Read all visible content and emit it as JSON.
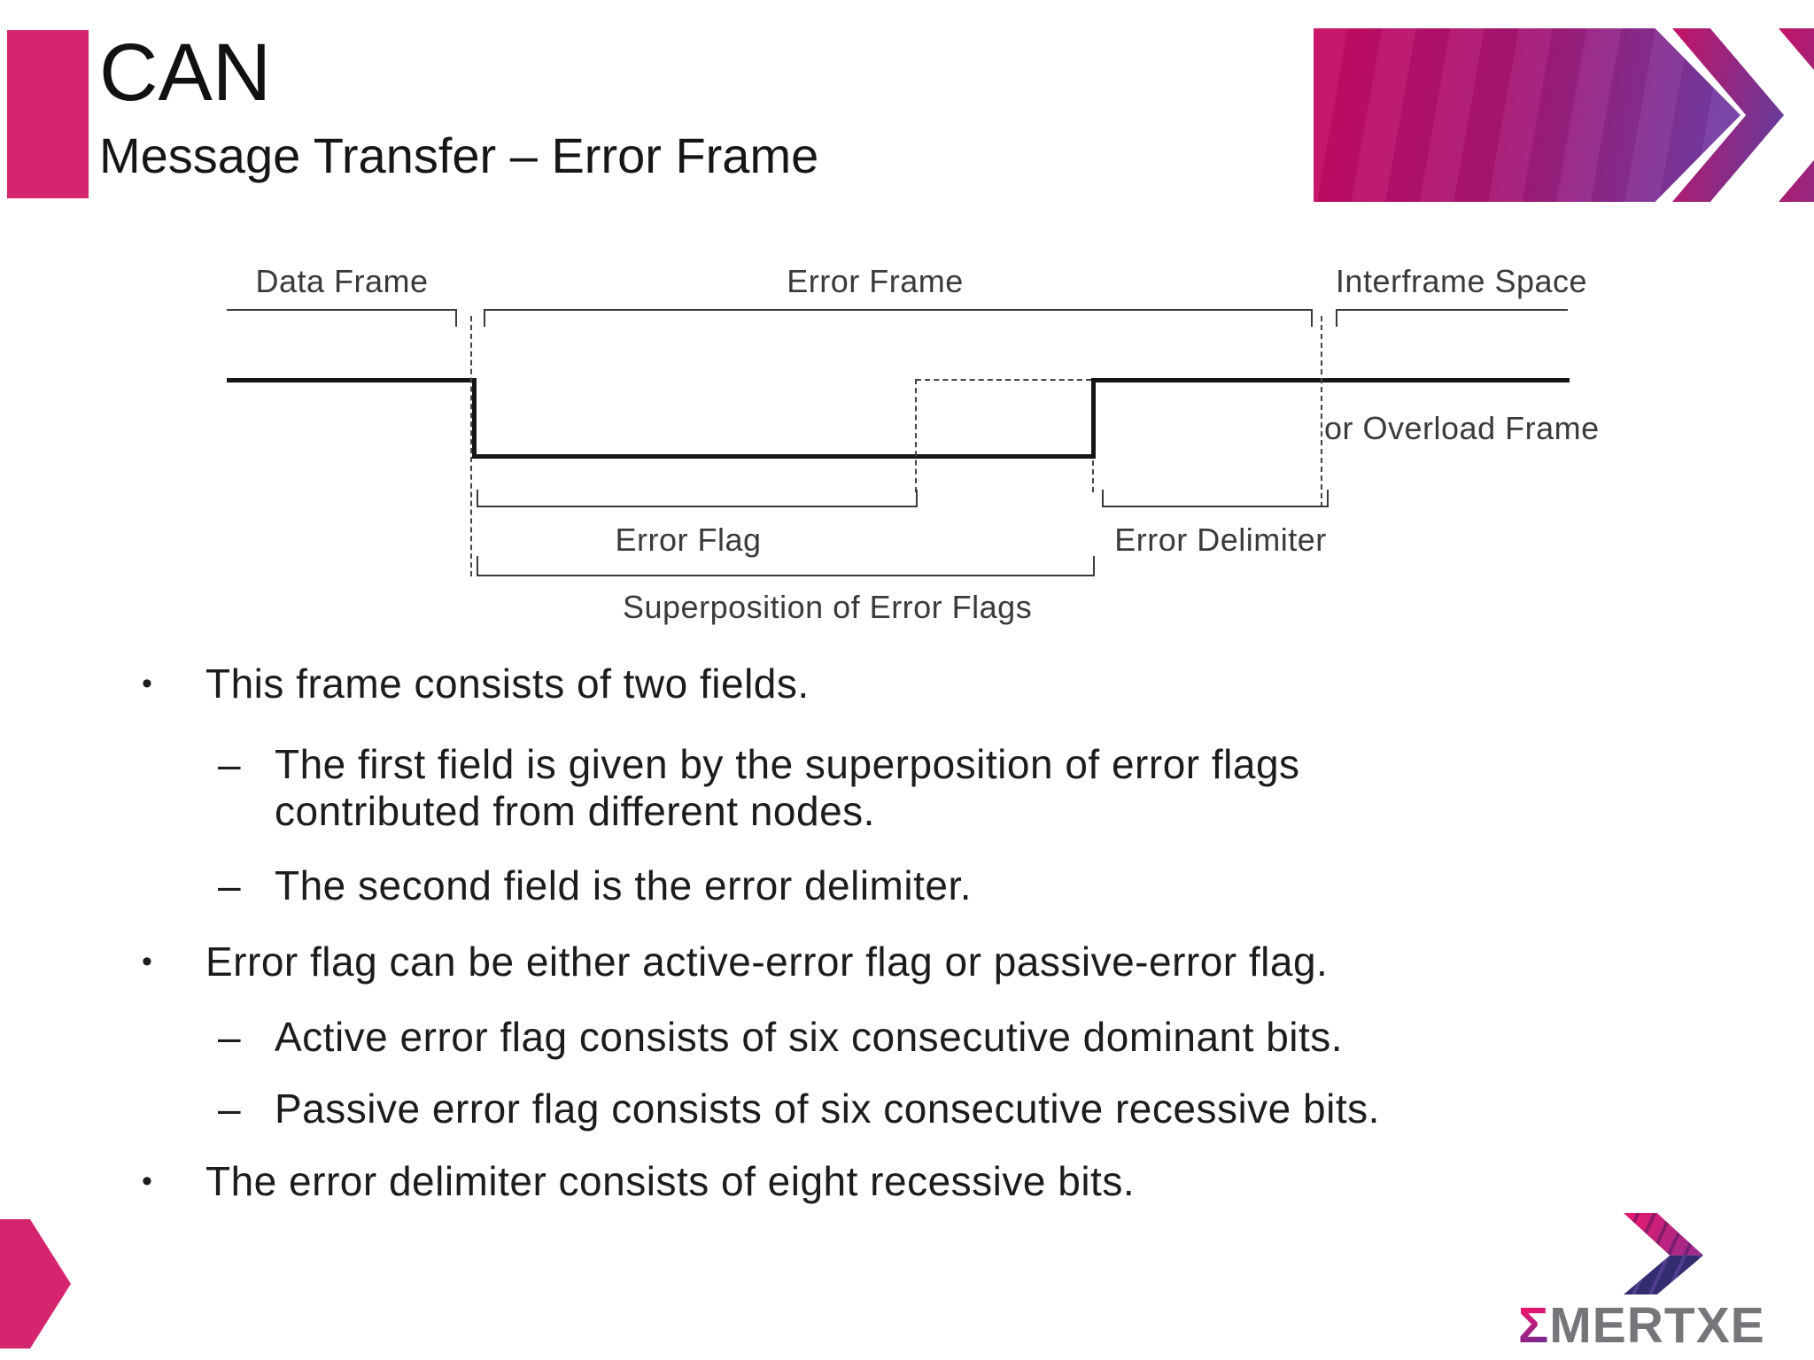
{
  "header": {
    "title": "CAN",
    "subtitle": "Message Transfer – Error Frame"
  },
  "diagram": {
    "labels": {
      "data_frame": "Data Frame",
      "error_frame": "Error Frame",
      "interframe_space": "Interframe Space",
      "or_overload_frame": "or Overload Frame",
      "error_flag": "Error Flag",
      "error_delimiter": "Error Delimiter",
      "superposition": "Superposition of Error Flags"
    }
  },
  "bullets": {
    "bullet_char": "•",
    "sub_bullet_char": "–",
    "items": [
      {
        "level": 1,
        "lines": [
          "This frame consists of two fields."
        ]
      },
      {
        "level": 2,
        "lines": [
          "The first field is given by the superposition of error flags",
          "contributed from different nodes."
        ]
      },
      {
        "level": 2,
        "lines": [
          "The second field is the error delimiter."
        ]
      },
      {
        "level": 1,
        "lines": [
          "Error flag can be either active-error flag or passive-error flag."
        ]
      },
      {
        "level": 2,
        "lines": [
          "Active error flag consists of six consecutive dominant bits."
        ]
      },
      {
        "level": 2,
        "lines": [
          "Passive error flag consists of six consecutive recessive bits."
        ]
      },
      {
        "level": 1,
        "lines": [
          "The error delimiter consists of eight recessive bits."
        ]
      }
    ]
  },
  "logo": {
    "sigma": "Σ",
    "brand": "MERTXE"
  },
  "colors": {
    "accent_pink": "#D4256E",
    "banner_pink": "#C70B62",
    "banner_purple": "#6C41A9",
    "logo_gray": "#76767A",
    "logo_indigo": "#332C6E",
    "line_black": "#151515",
    "line_gray": "#3A3A3A"
  }
}
